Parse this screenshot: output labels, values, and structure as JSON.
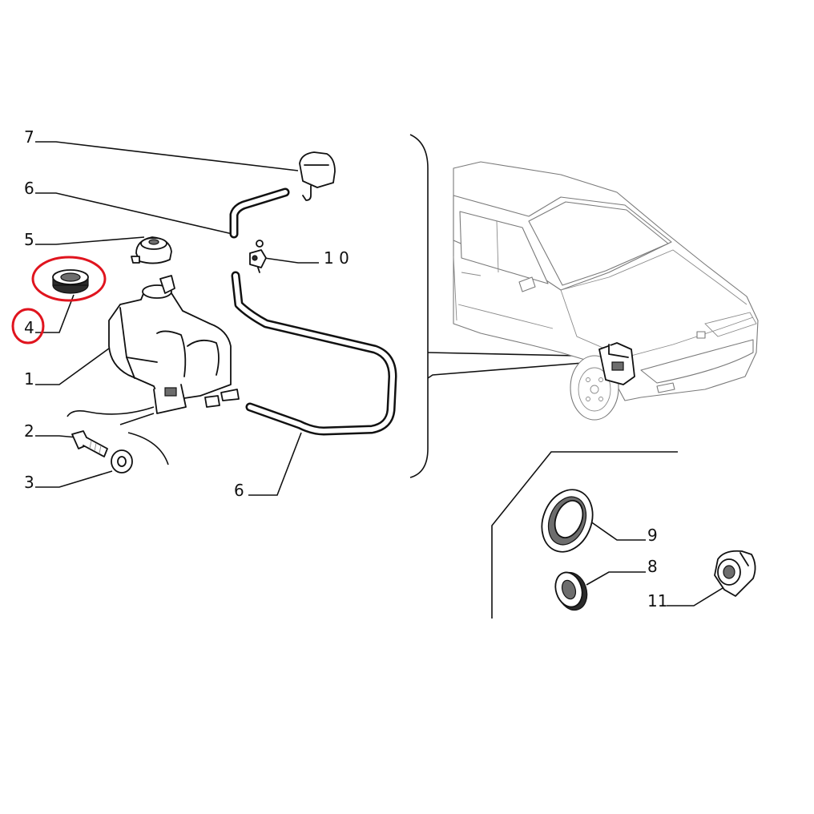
{
  "callouts": {
    "c1": "1",
    "c2": "2",
    "c3": "3",
    "c4": "4",
    "c5": "5",
    "c6_top": "6",
    "c6_bottom": "6",
    "c7": "7",
    "c8": "8",
    "c9": "9",
    "c10": "1 0",
    "c11": "11"
  },
  "highlight": {
    "color": "#e0141e",
    "part": "4"
  }
}
